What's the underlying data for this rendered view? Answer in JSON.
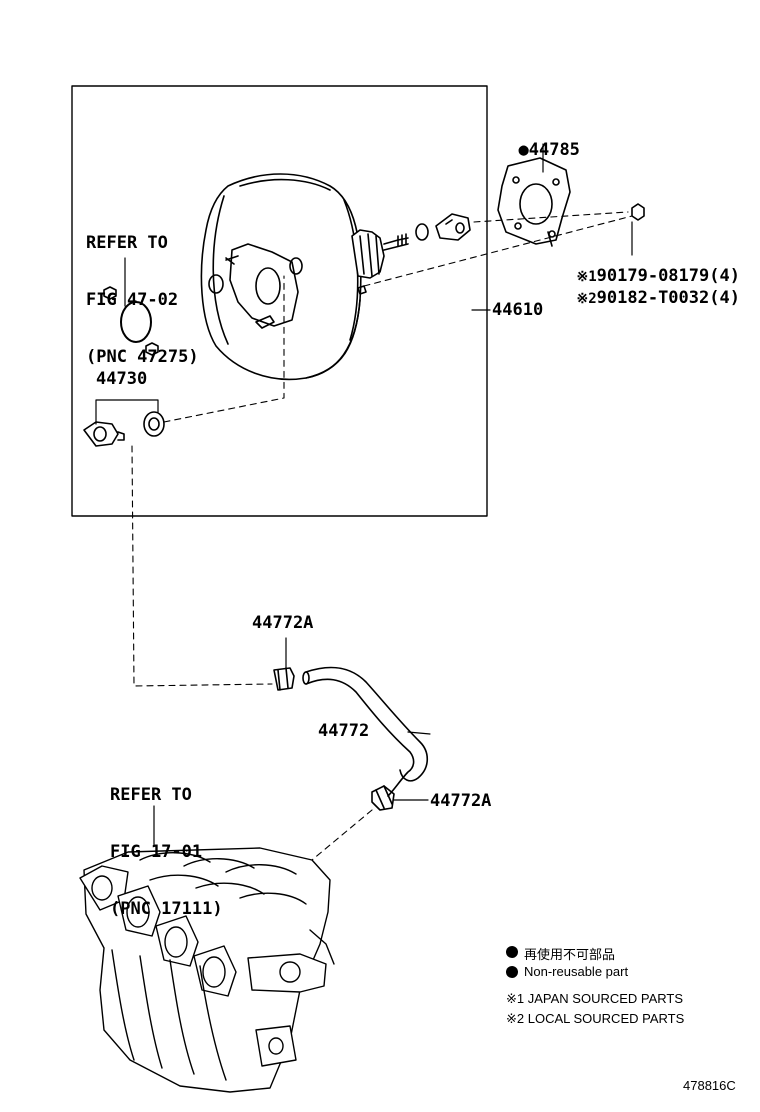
{
  "colors": {
    "ink": "#000000",
    "background": "#ffffff"
  },
  "labels": {
    "gasket": {
      "mark": "●",
      "part": "44785"
    },
    "refer_top": {
      "line1": "REFER TO",
      "line2": "FIG 47-02",
      "line3": "(PNC 47275)"
    },
    "bolt_jp": {
      "mark": "※1",
      "part": "90179-08179(4)"
    },
    "bolt_local": {
      "mark": "※2",
      "part": "90182-T0032(4)"
    },
    "booster": "44610",
    "check_valve": "44730",
    "clip_top": "44772A",
    "hose": "44772",
    "clip_bottom": "44772A",
    "refer_bottom": {
      "line1": "REFER TO",
      "line2": "FIG 17-01",
      "line3": "(PNC 17111)"
    }
  },
  "legend": {
    "non_reusable_jp": "再使用不可部品",
    "non_reusable_en": "Non-reusable part",
    "note1": "※1 JAPAN SOURCED PARTS",
    "note2": "※2 LOCAL SOURCED PARTS"
  },
  "figure_ref": "478816C"
}
